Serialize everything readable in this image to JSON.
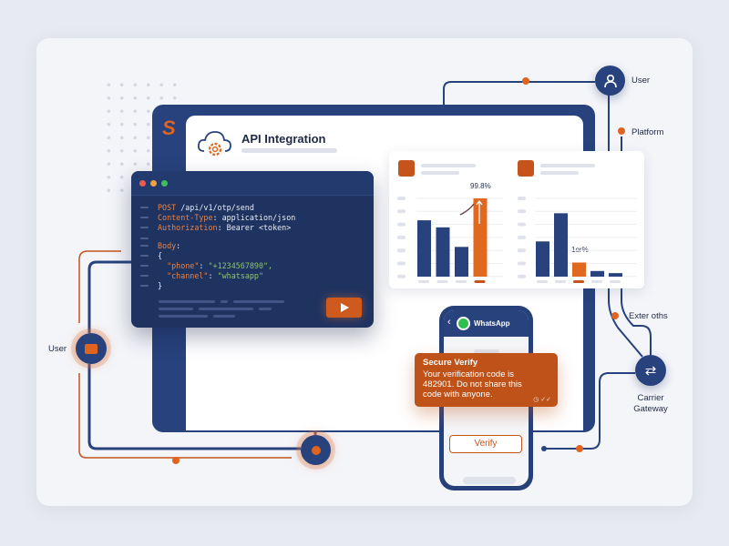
{
  "header": {
    "title": "API Integration"
  },
  "code": {
    "lines": [
      {
        "k": "POST",
        "v": " /api/v1/otp/send"
      },
      {
        "k": "Content-Type",
        "v": ": application/json"
      },
      {
        "k": "Authorization",
        "v": ": Bearer <token>"
      },
      {
        "k": "Body",
        "v": ":"
      },
      {
        "k": "",
        "v": "{"
      },
      {
        "k": "  \"phone\"",
        "v": ": ",
        "s": "\"+1234567890\","
      },
      {
        "k": "  \"channel\"",
        "v": ": ",
        "s": "\"whatsapp\""
      },
      {
        "k": "",
        "v": "}"
      }
    ]
  },
  "charts": {
    "left_label": "99.8%",
    "right_label": "1or%",
    "left_values": [
      0.72,
      0.63,
      0.38,
      1.0
    ],
    "right_values": [
      0.5,
      0.9,
      0.2,
      0.08,
      0.05
    ]
  },
  "phone": {
    "app": "WhatsApp",
    "verify_button": "Verify"
  },
  "message": {
    "title": "Secure Verify",
    "body": "Your verification code is 482901. Do not share this code with anyone."
  },
  "nodes": {
    "user_left": "User",
    "user_right": "User",
    "platform": "Platform",
    "external": "Exter oths",
    "carrier_1": "Carrier",
    "carrier_2": "Gateway"
  },
  "colors": {
    "navy": "#27427c",
    "orange": "#c5531c",
    "code_bg": "#1f3361"
  }
}
